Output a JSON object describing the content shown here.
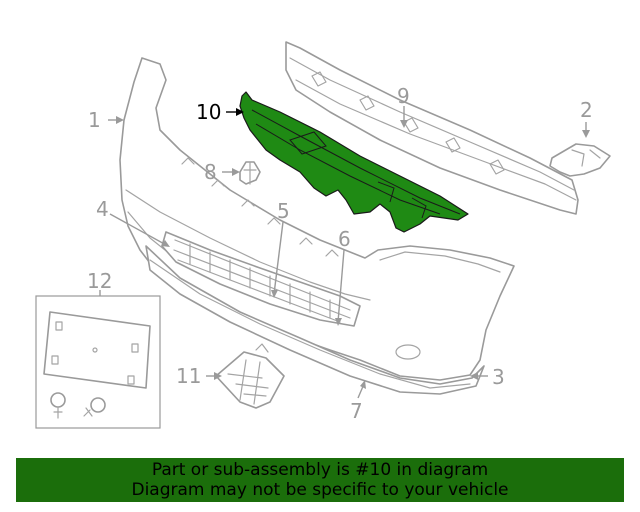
{
  "diagram": {
    "highlight_color": "#1f8a14",
    "callouts": [
      {
        "id": "1",
        "label": "1",
        "highlighted": false
      },
      {
        "id": "2",
        "label": "2",
        "highlighted": false
      },
      {
        "id": "3",
        "label": "3",
        "highlighted": false
      },
      {
        "id": "4",
        "label": "4",
        "highlighted": false
      },
      {
        "id": "5",
        "label": "5",
        "highlighted": false
      },
      {
        "id": "6",
        "label": "6",
        "highlighted": false
      },
      {
        "id": "7",
        "label": "7",
        "highlighted": false
      },
      {
        "id": "8",
        "label": "8",
        "highlighted": false
      },
      {
        "id": "9",
        "label": "9",
        "highlighted": false
      },
      {
        "id": "10",
        "label": "10",
        "highlighted": true
      },
      {
        "id": "11",
        "label": "11",
        "highlighted": false
      },
      {
        "id": "12",
        "label": "12",
        "highlighted": false
      }
    ]
  },
  "banner": {
    "background": "#1b6e0b",
    "line1": "Part or sub-assembly is #10 in diagram",
    "line2": "Diagram may not be specific to your vehicle"
  }
}
